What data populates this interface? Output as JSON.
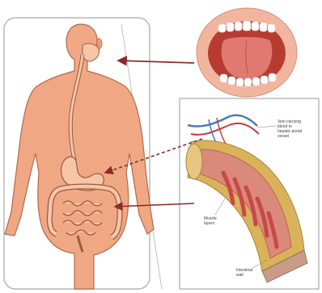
{
  "labels": {
    "vessels": [
      "Vein carrying",
      "blood to",
      "hepatic portal",
      "vessel"
    ],
    "muscle": [
      "Muscle",
      "layers"
    ],
    "wall": [
      "Intestinal",
      "wall"
    ]
  },
  "colors": {
    "skin": "#f0a884",
    "skin_outline": "#b36a4c",
    "stomach": "#f6c6a8",
    "organ_outline": "#9a5a42",
    "lips": "#f2b6a0",
    "mouth_inner": "#b83b32",
    "tongue": "#e07a70",
    "teeth": "#ffffff",
    "arrow": "#8c2a2a",
    "panel_border": "#9a9a9a",
    "intestine_outer": "#d9b25a",
    "intestine_inner": "#c8484a",
    "vein_blue": "#4a7bb8",
    "vein_red": "#c23a3a"
  }
}
